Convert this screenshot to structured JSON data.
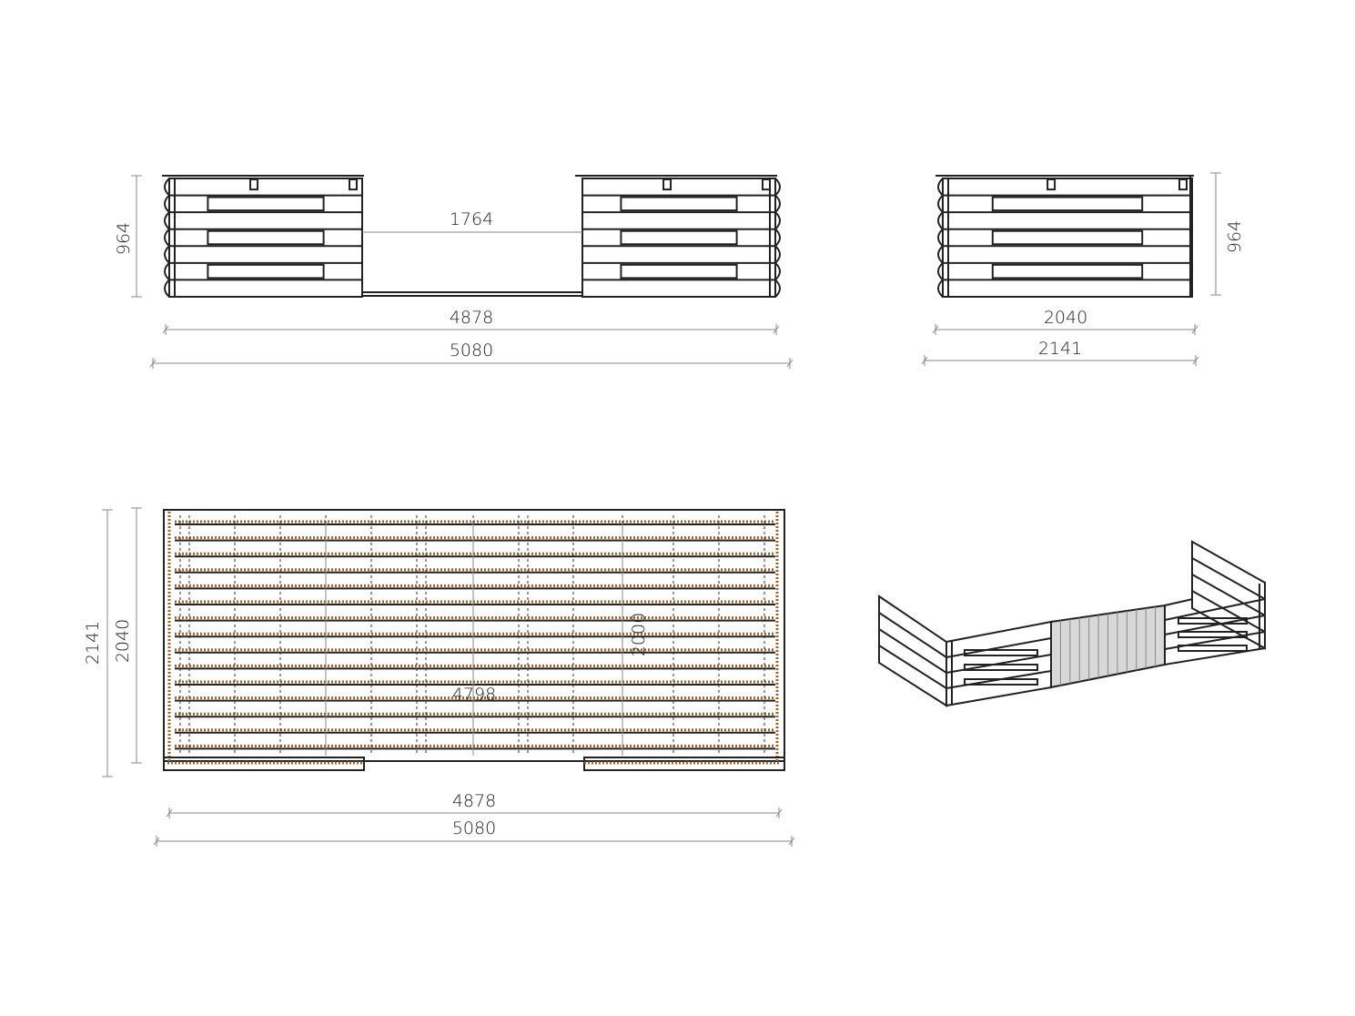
{
  "front_view": {
    "height_label": "964",
    "gap_label": "1764",
    "inner_width_label": "4878",
    "outer_width_label": "5080"
  },
  "side_view": {
    "height_label": "964",
    "inner_depth_label": "2040",
    "outer_depth_label": "2141"
  },
  "plan_view": {
    "outer_depth_label": "2141",
    "inner_depth_label": "2040",
    "board_length_label": "2000",
    "floor_width_label": "4798",
    "inner_width_label": "4878",
    "outer_width_label": "5080"
  },
  "colors": {
    "line": "#222222",
    "wood_edge": "#a0612a",
    "dimension": "#888888"
  }
}
